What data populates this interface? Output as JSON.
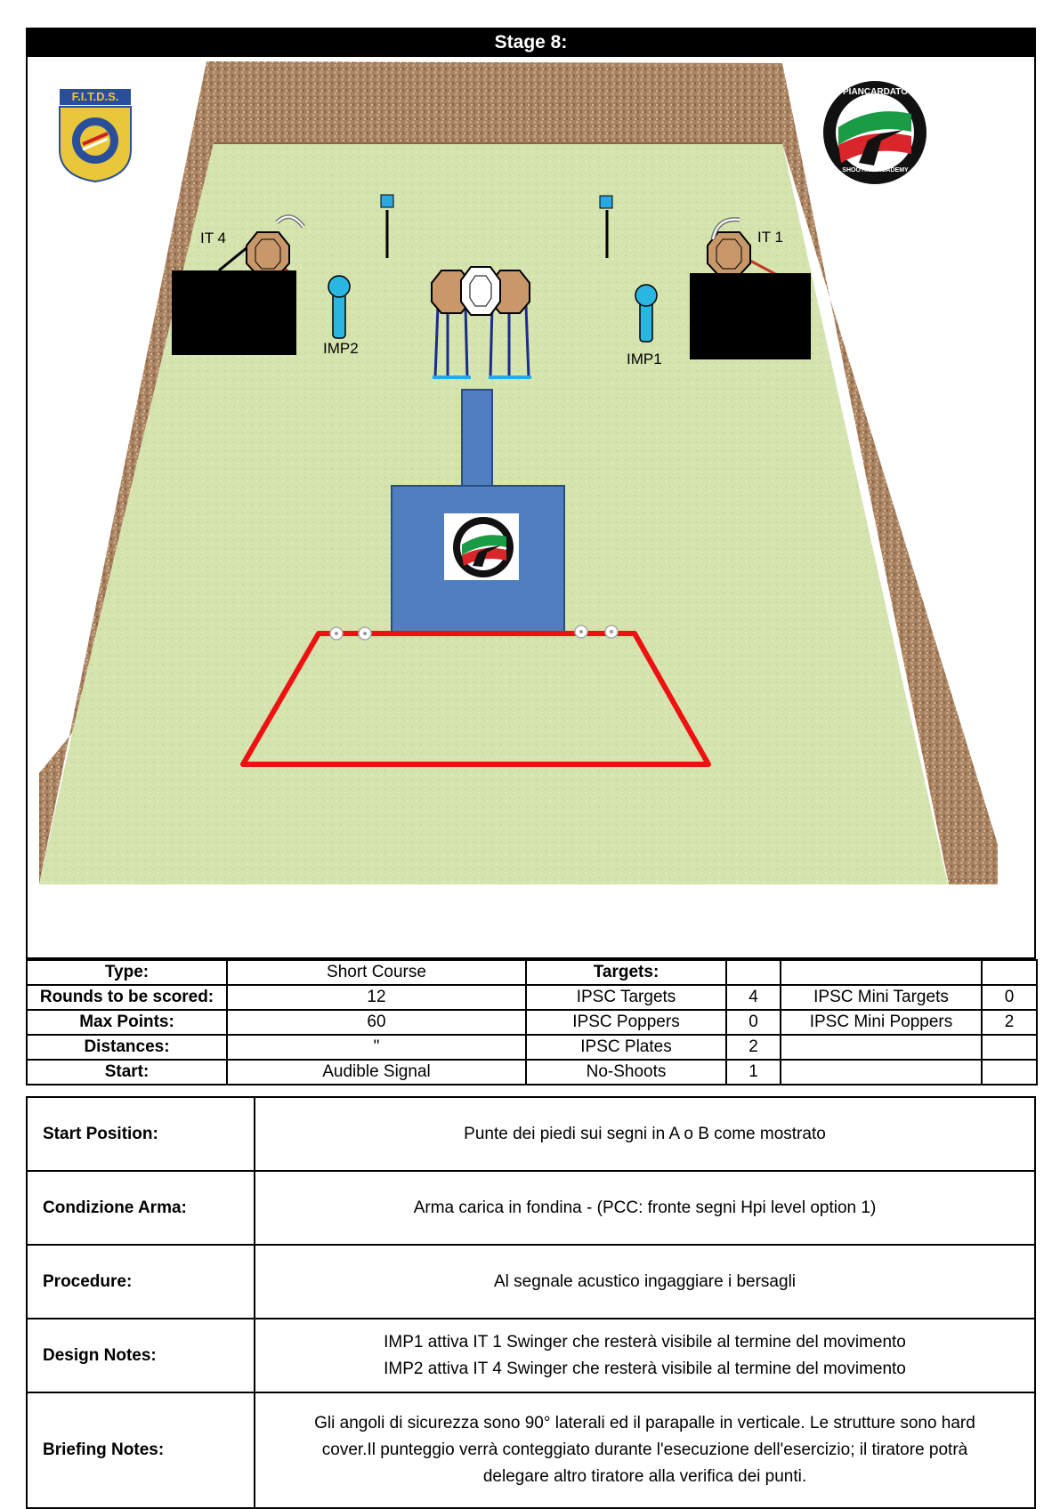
{
  "header": {
    "title": "Stage 8:"
  },
  "logos": {
    "left": {
      "text": "F.I.T.D.S.",
      "icon": "fitds-logo"
    },
    "right": {
      "text": "PIANCARDATO",
      "subtext": "SHOOTING ACADEMY",
      "icon": "piancardato-logo"
    }
  },
  "diagram": {
    "labels": {
      "it4": "IT 4",
      "it1": "IT 1",
      "imp2": "IMP2",
      "imp1": "IMP1"
    },
    "colors": {
      "grass": "#d6e4b0",
      "berm": "#a07a55",
      "fault_line": "#ee1111",
      "barricade": "#4f7fbf",
      "popper": "#29b6e0",
      "wall": "#000000"
    }
  },
  "info": {
    "type_label": "Type:",
    "type_value": "Short Course",
    "rounds_label": "Rounds to be scored:",
    "rounds_value": "12",
    "max_label": "Max Points:",
    "max_value": "60",
    "dist_label": "Distances:",
    "dist_value": "\"",
    "start_label": "Start:",
    "start_value": "Audible Signal",
    "targets_label": "Targets:",
    "ipsc_targets_label": "IPSC Targets",
    "ipsc_targets_value": "4",
    "ipsc_poppers_label": "IPSC Poppers",
    "ipsc_poppers_value": "0",
    "ipsc_plates_label": "IPSC Plates",
    "ipsc_plates_value": "2",
    "noshoots_label": "No-Shoots",
    "noshoots_value": "1",
    "mini_targets_label": "IPSC Mini Targets",
    "mini_targets_value": "0",
    "mini_poppers_label": "IPSC Mini Poppers",
    "mini_poppers_value": "2"
  },
  "details": {
    "start_position_label": "Start Position:",
    "start_position_value": "Punte dei piedi sui segni in A o B come mostrato",
    "condizione_label": "Condizione Arma:",
    "condizione_value": "Arma carica in fondina - (PCC: fronte segni Hpi level option 1)",
    "procedure_label": "Procedure:",
    "procedure_value": "Al segnale acustico ingaggiare i bersagli",
    "design_label": "Design Notes:",
    "design_line1": "IMP1 attiva IT 1 Swinger che resterà visibile al termine del movimento",
    "design_line2": "IMP2 attiva IT 4 Swinger che resterà visibile al termine del movimento",
    "briefing_label": "Briefing Notes:",
    "briefing_line1": "Gli angoli di sicurezza sono 90° laterali ed il parapalle in verticale. Le strutture sono hard",
    "briefing_line2": "cover.Il punteggio verrà conteggiato durante l'esecuzione dell'esercizio; il tiratore potrà",
    "briefing_line3": "delegare altro tiratore alla verifica  dei punti."
  }
}
